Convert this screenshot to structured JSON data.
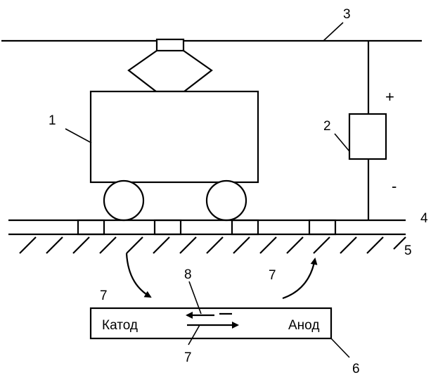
{
  "labels": {
    "tram": "1",
    "source": "2",
    "overhead_wire": "3",
    "rail": "4",
    "ground": "5",
    "structure": "6",
    "current_left": "7",
    "current_right": "7",
    "current_bottom": "7",
    "reverse_current": "8",
    "plus": "+",
    "minus": "-"
  },
  "structure": {
    "cathode": "Катод",
    "anode": "Анод"
  }
}
